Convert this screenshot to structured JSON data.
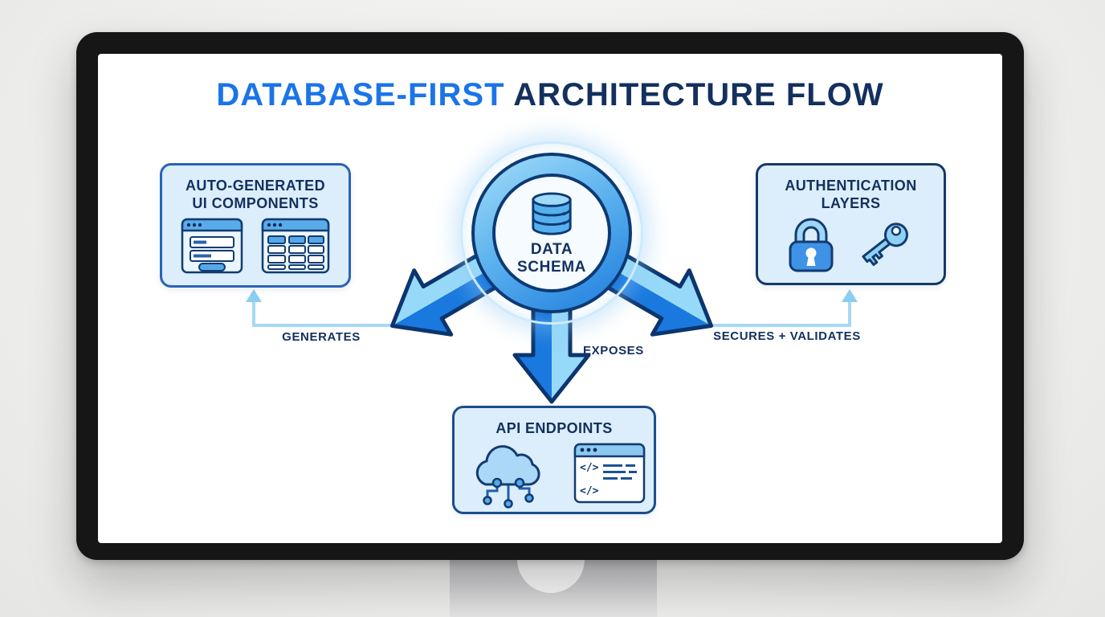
{
  "title": {
    "highlight": "DATABASE-FIRST",
    "rest": "ARCHITECTURE FLOW",
    "highlight_color": "#1b74e8",
    "rest_color": "#13305e"
  },
  "diagram": {
    "center": {
      "label": "DATA\nSCHEMA",
      "icon": "database-icon"
    },
    "nodes": [
      {
        "id": "ui",
        "label": "AUTO-GENERATED\nUI COMPONENTS",
        "icons": [
          "form-window-icon",
          "table-window-icon"
        ]
      },
      {
        "id": "auth",
        "label": "AUTHENTICATION\nLAYERS",
        "icons": [
          "lock-icon",
          "key-icon"
        ]
      },
      {
        "id": "api",
        "label": "API ENDPOINTS",
        "icons": [
          "cloud-circuit-icon",
          "code-window-icon"
        ]
      }
    ],
    "edges": [
      {
        "from": "data-schema",
        "to": "ui-components",
        "label": "GENERATES"
      },
      {
        "from": "data-schema",
        "to": "api-endpoints",
        "label": "EXPOSES"
      },
      {
        "from": "data-schema",
        "to": "auth-layers",
        "label": "SECURES + VALIDATES"
      }
    ],
    "colors": {
      "arrow_dark": "#1a79de",
      "arrow_light": "#97d9f8",
      "arrow_outline": "#0c356e",
      "node_background": "#dceefb",
      "node_border": "#143a66",
      "text_navy": "#13305e",
      "connector_blue": "#a6d8f6",
      "ring_outline": "#0d3a74"
    }
  }
}
